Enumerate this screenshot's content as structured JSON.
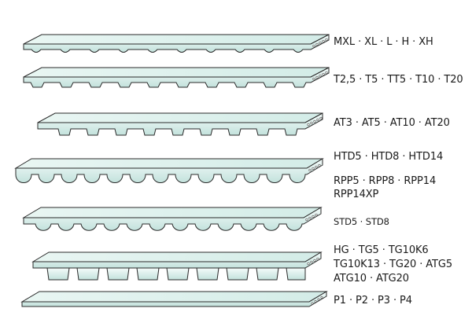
{
  "diagram": {
    "belts": [
      {
        "id": "mxl",
        "labels": [
          "MXL · XL · L · H · XH"
        ]
      },
      {
        "id": "t",
        "labels": [
          "T2,5 · T5 · TT5 · T10 · T20"
        ]
      },
      {
        "id": "at",
        "labels": [
          "AT3 · AT5 · AT10 · AT20"
        ]
      },
      {
        "id": "htd",
        "labels": [
          "HTD5 · HTD8 · HTD14"
        ]
      },
      {
        "id": "rpp",
        "labels": [
          "RPP5 · RPP8 · RPP14",
          "RPP14XP"
        ]
      },
      {
        "id": "std",
        "labels": [
          "STD5 · STD8"
        ]
      },
      {
        "id": "hg",
        "labels": [
          "HG · TG5 · TG10K6",
          "TG10K13 · TG20 · ATG5",
          "ATG10 · ATG20"
        ]
      },
      {
        "id": "p",
        "labels": [
          "P1 · P2 · P3 · P4"
        ]
      }
    ],
    "colors": {
      "belt_fill_light": "#eef8f6",
      "belt_fill_dark": "#c6e4df",
      "outline": "#2a2a2a",
      "label_text": "#1a1a1a"
    }
  }
}
